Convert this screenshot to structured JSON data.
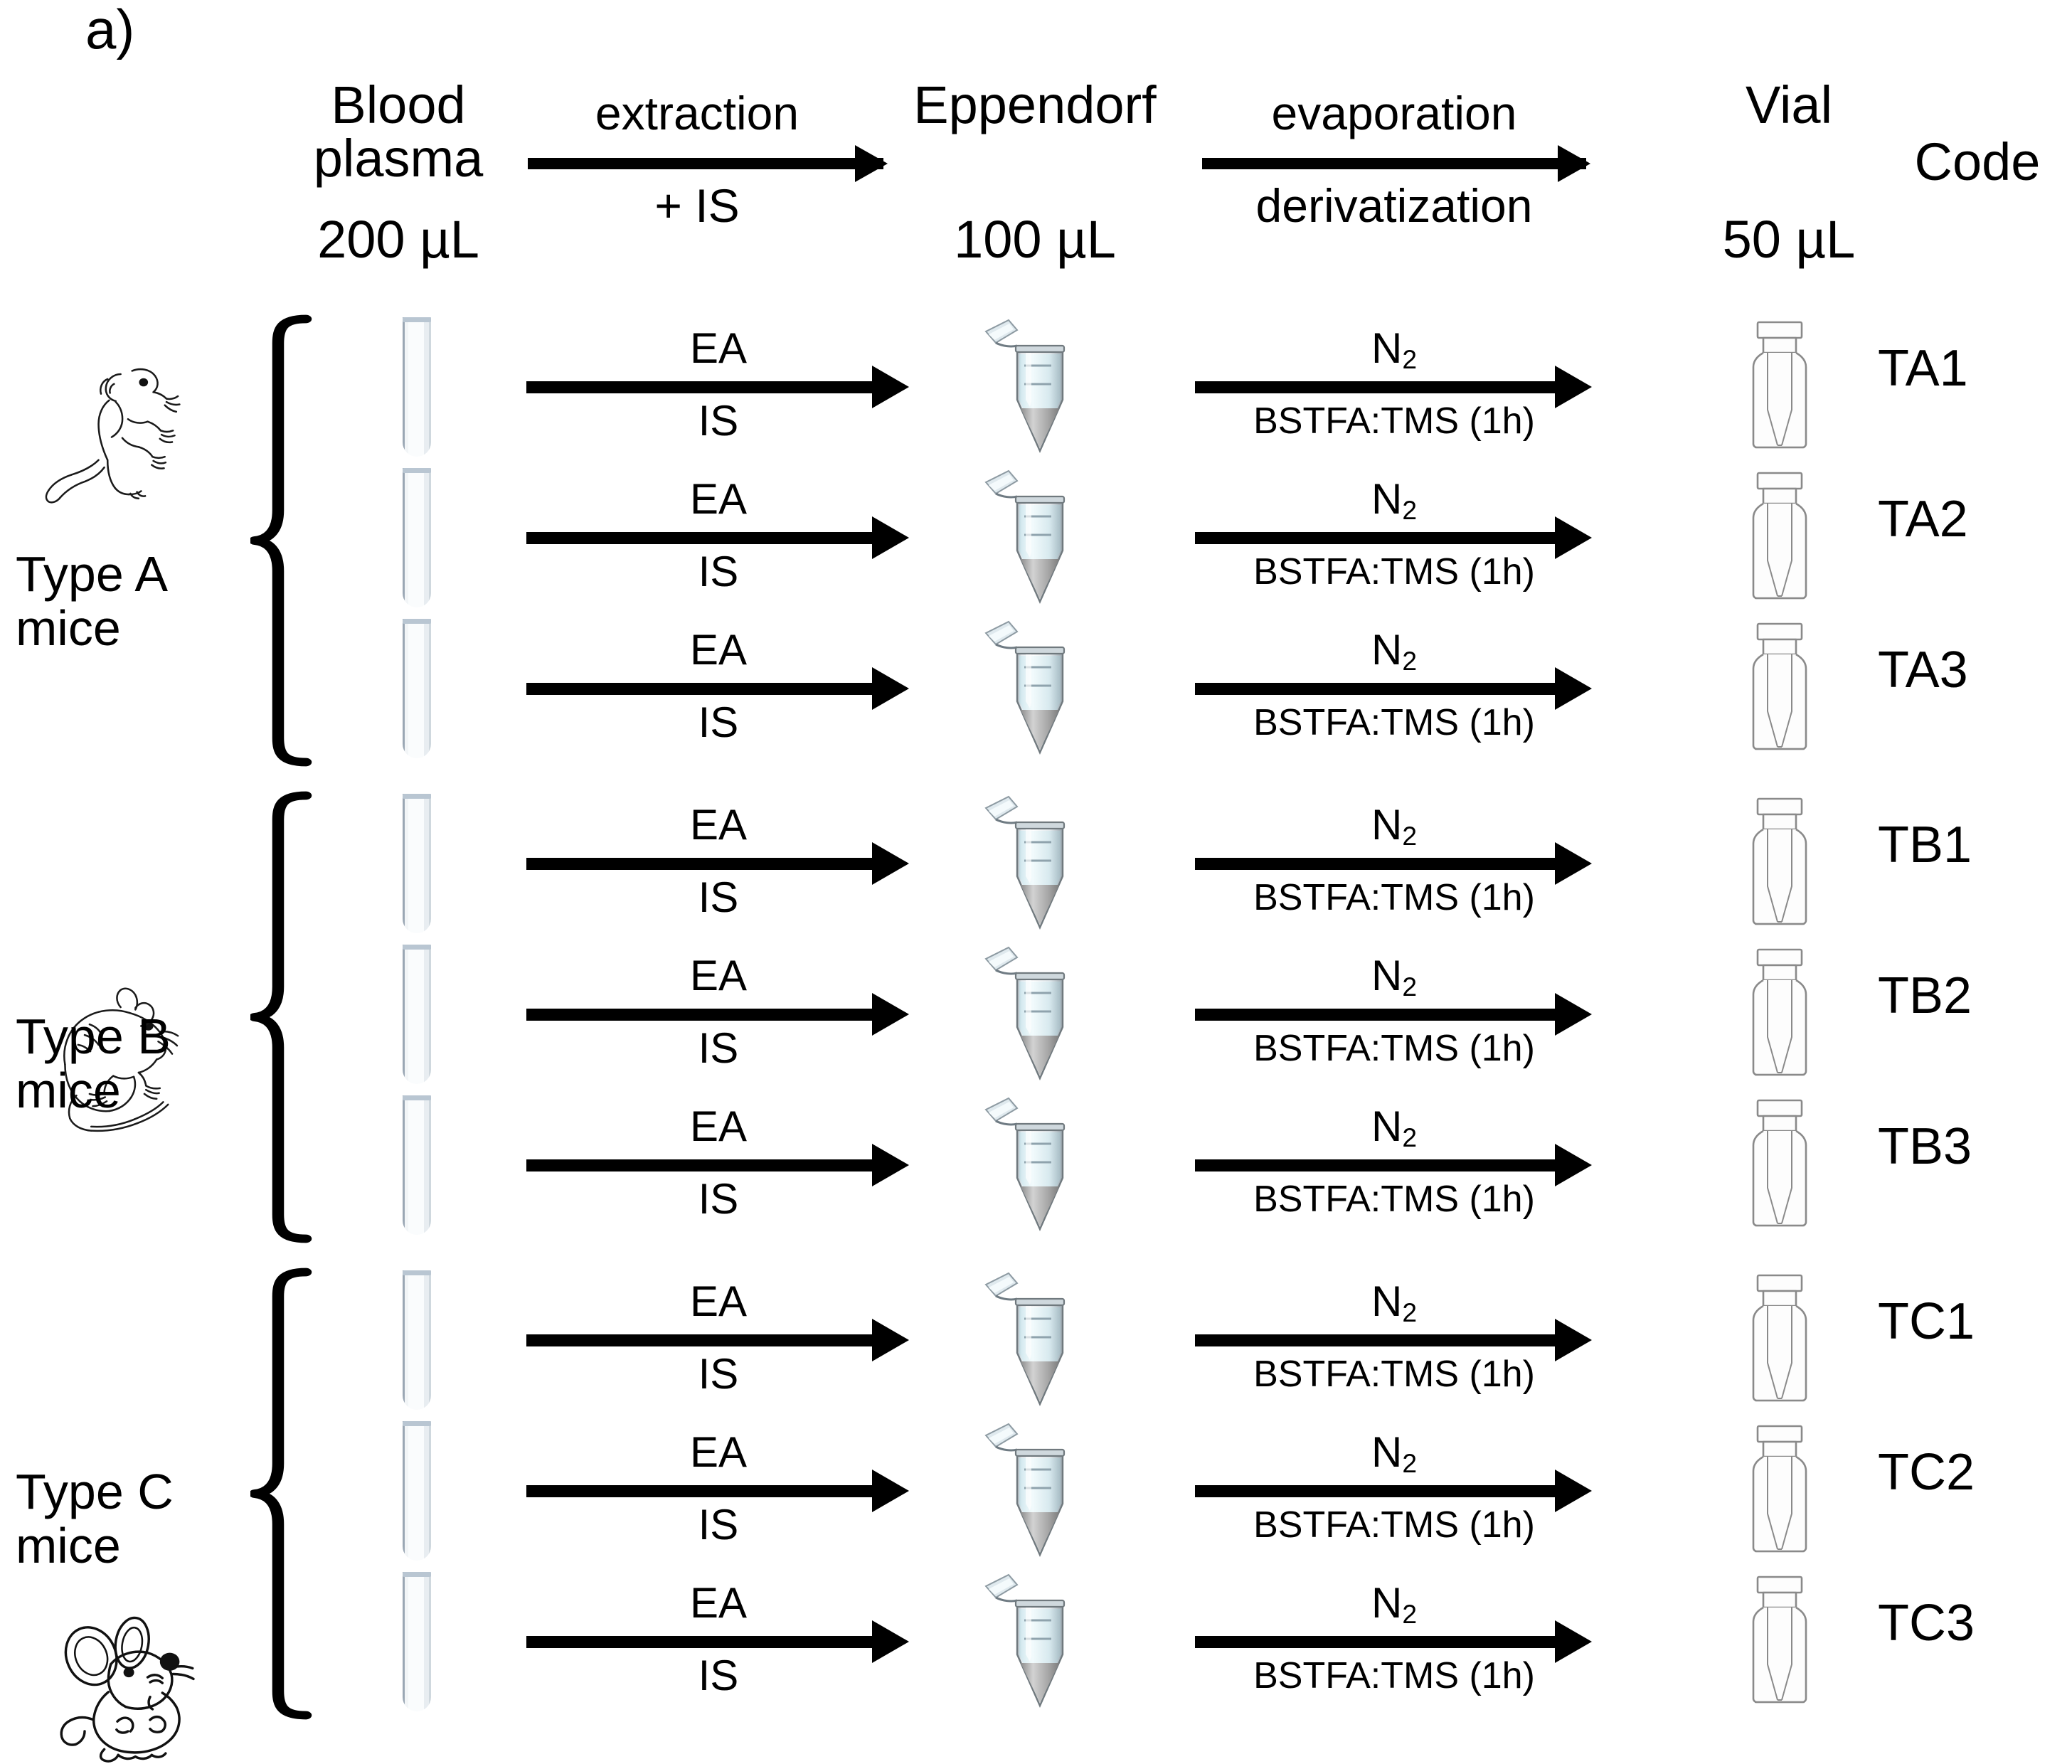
{
  "panel": {
    "label": "a)"
  },
  "header": {
    "source_title": "Blood\nplasma",
    "source_title_line1": "Blood",
    "source_title_line2": "plasma",
    "source_volume": "200 µL",
    "step1_top": "extraction",
    "step1_bottom": "+ IS",
    "intermediate_title": "Eppendorf",
    "intermediate_volume": "100 µL",
    "step2_top": "evaporation",
    "step2_bottom": "derivatization",
    "final_title": "Vial",
    "final_volume": "50 µL",
    "code_title": "Code"
  },
  "icons": {
    "mouse_a": "mouse-standing-icon",
    "mouse_b": "mouse-side-icon",
    "mouse_c": "mouse-cartoon-icon",
    "test_tube": "test-tube-icon",
    "eppendorf": "eppendorf-tube-icon",
    "vial": "glass-vial-icon",
    "arrow": "right-arrow-icon",
    "brace": "curly-brace-icon"
  },
  "colors": {
    "ink": "#000000",
    "tube_glass": "#f2f5f7",
    "tube_rim": "#b9c6d2",
    "eppendorf_liquid": "#d6f0f5",
    "eppendorf_pellet": "#a9a9a9",
    "vial_outline": "#808080",
    "background": "#ffffff"
  },
  "groups": [
    {
      "id": "type-a",
      "label_line1": "Type A",
      "label_line2": "mice",
      "mouse_icon": "mouse-standing-icon",
      "rows": [
        {
          "extraction_top": "EA",
          "extraction_bottom": "IS",
          "derivatization_top": "N₂",
          "derivatization_top_base": "N",
          "derivatization_top_sub": "2",
          "derivatization_bottom": "BSTFA:TMS (1h)",
          "code": "TA1"
        },
        {
          "extraction_top": "EA",
          "extraction_bottom": "IS",
          "derivatization_top": "N₂",
          "derivatization_top_base": "N",
          "derivatization_top_sub": "2",
          "derivatization_bottom": "BSTFA:TMS (1h)",
          "code": "TA2"
        },
        {
          "extraction_top": "EA",
          "extraction_bottom": "IS",
          "derivatization_top": "N₂",
          "derivatization_top_base": "N",
          "derivatization_top_sub": "2",
          "derivatization_bottom": "BSTFA:TMS (1h)",
          "code": "TA3"
        }
      ]
    },
    {
      "id": "type-b",
      "label_line1": "Type B",
      "label_line2": "mice",
      "mouse_icon": "mouse-side-icon",
      "rows": [
        {
          "extraction_top": "EA",
          "extraction_bottom": "IS",
          "derivatization_top": "N₂",
          "derivatization_top_base": "N",
          "derivatization_top_sub": "2",
          "derivatization_bottom": "BSTFA:TMS (1h)",
          "code": "TB1"
        },
        {
          "extraction_top": "EA",
          "extraction_bottom": "IS",
          "derivatization_top": "N₂",
          "derivatization_top_base": "N",
          "derivatization_top_sub": "2",
          "derivatization_bottom": "BSTFA:TMS (1h)",
          "code": "TB2"
        },
        {
          "extraction_top": "EA",
          "extraction_bottom": "IS",
          "derivatization_top": "N₂",
          "derivatization_top_base": "N",
          "derivatization_top_sub": "2",
          "derivatization_bottom": "BSTFA:TMS (1h)",
          "code": "TB3"
        }
      ]
    },
    {
      "id": "type-c",
      "label_line1": "Type C",
      "label_line2": "mice",
      "mouse_icon": "mouse-cartoon-icon",
      "rows": [
        {
          "extraction_top": "EA",
          "extraction_bottom": "IS",
          "derivatization_top": "N₂",
          "derivatization_top_base": "N",
          "derivatization_top_sub": "2",
          "derivatization_bottom": "BSTFA:TMS (1h)",
          "code": "TC1"
        },
        {
          "extraction_top": "EA",
          "extraction_bottom": "IS",
          "derivatization_top": "N₂",
          "derivatization_top_base": "N",
          "derivatization_top_sub": "2",
          "derivatization_bottom": "BSTFA:TMS (1h)",
          "code": "TC2"
        },
        {
          "extraction_top": "EA",
          "extraction_bottom": "IS",
          "derivatization_top": "N₂",
          "derivatization_top_base": "N",
          "derivatization_top_sub": "2",
          "derivatization_bottom": "BSTFA:TMS (1h)",
          "code": "TC3"
        }
      ]
    }
  ]
}
